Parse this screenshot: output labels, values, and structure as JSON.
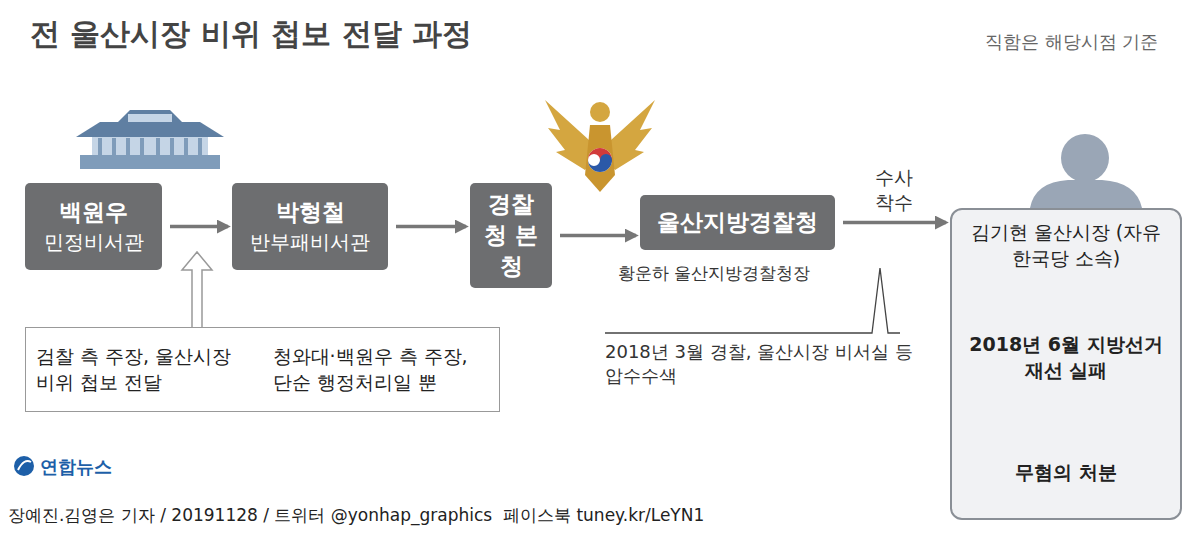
{
  "diagram": {
    "title": "전 울산시장 비위 첩보 전달 과정",
    "caption": "장예진.김영은 기자 / 20191128 / 트위터 @yonhap_graphics  페이스북 tuney.kr/LeYN1",
    "nodes": [
      {
        "text": [
          "백원우",
          "민정비서관"
        ]
      },
      {
        "text": [
          "박형철",
          "반부패비서관"
        ]
      },
      {
        "text": [
          "경찰청 본청"
        ]
      },
      {
        "text": [
          "울산지방경찰청"
        ]
      },
      {
        "text": [
          "검찰 측 주장, 울산시장 비위 첩보 전달",
          "청와대·백원우 측 주장, 단순 행정처리일 뿐"
        ]
      },
      {
        "text": []
      },
      {
        "text": [
          "김기현 울산시장 (자유한국당 소속)"
        ],
        "in": 5
      },
      {
        "text": [
          "2018년 6월 지방선거 재선 실패"
        ],
        "in": 5
      },
      {
        "text": [
          "무혐의 처분"
        ],
        "in": 5
      }
    ],
    "edges": [
      {
        "from": 0,
        "to": 1,
        "arrow": "to"
      },
      {
        "from": 1,
        "to": 2,
        "arrow": "to"
      },
      {
        "from": 2,
        "to": 3,
        "arrow": "to"
      },
      {
        "from": 3,
        "to": 5,
        "label": "수사 착수",
        "arrow": "to"
      },
      {
        "from": 6,
        "to": 7,
        "arrow": "to"
      },
      {
        "from": 7,
        "to": 8,
        "arrow": "to"
      }
    ],
    "labels": [
      "직함은 해당시점 기준",
      "황운하 울산지방경찰청장",
      "2018년 3월 경찰, 울산시장 비서실 등 압수수색",
      "연합뉴스"
    ]
  }
}
